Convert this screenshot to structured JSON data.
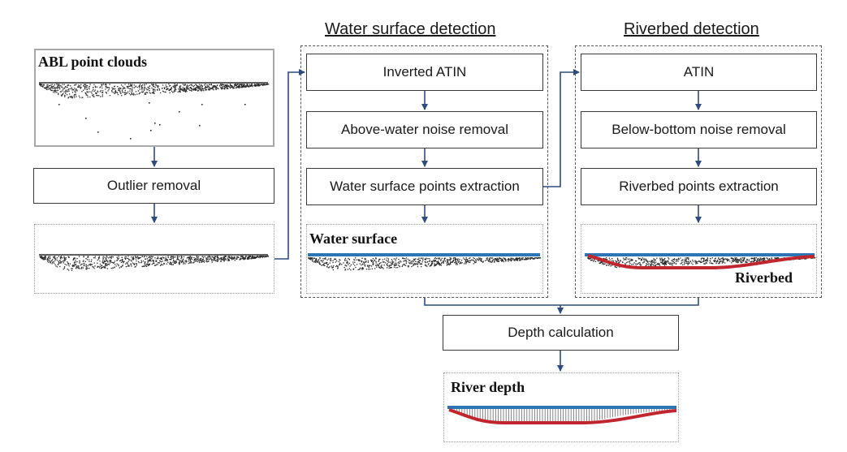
{
  "groups": {
    "water_surface_detection": "Water surface detection",
    "riverbed_detection": "Riverbed detection"
  },
  "labels": {
    "abl_point_clouds": "ABL point clouds",
    "water_surface": "Water surface",
    "riverbed": "Riverbed",
    "river_depth": "River depth"
  },
  "steps": {
    "outlier_removal": "Outlier removal",
    "inverted_atin": "Inverted ATIN",
    "above_water_noise_removal": "Above-water noise removal",
    "water_surface_points_extraction": "Water surface points extraction",
    "atin": "ATIN",
    "below_bottom_noise_removal": "Below-bottom noise removal",
    "riverbed_points_extraction": "Riverbed points extraction",
    "depth_calculation": "Depth calculation"
  },
  "colors": {
    "arrow": "#2f4b7c",
    "water_line": "#2e75b6",
    "riverbed_line": "#c0262d",
    "points": "#2b2b2b"
  }
}
